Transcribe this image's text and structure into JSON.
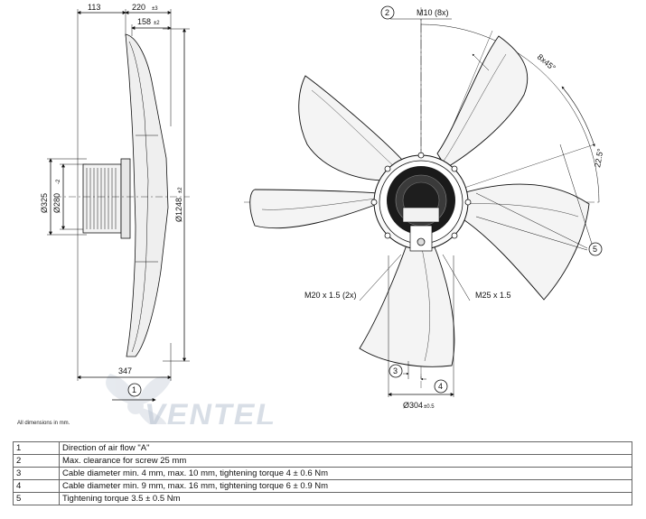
{
  "dims": {
    "d113": "113",
    "d220": "220",
    "d220_tol": "±3",
    "d158": "158",
    "d158_tol": "±2",
    "d325": "Ø325",
    "d280": "Ø280",
    "d280_tol": "-2",
    "d1248": "Ø1248",
    "d1248_tol": "±2",
    "d347": "347",
    "m10": "M10 (8x)",
    "angle_8x45": "8x45°",
    "angle_225": "22.5°",
    "m20": "M20 x 1.5 (2x)",
    "m25": "M25 x 1.5",
    "d304": "Ø304",
    "d304_tol": "±0.5"
  },
  "markers": {
    "m1": "1",
    "m2": "2",
    "m3": "3",
    "m4": "4",
    "m5": "5"
  },
  "watermark": "VENTEL",
  "note": "All dimensions in mm.",
  "legend": [
    {
      "num": "1",
      "text": "Direction of air flow \"A\""
    },
    {
      "num": "2",
      "text": "Max. clearance for screw 25 mm"
    },
    {
      "num": "3",
      "text": "Cable diameter min. 4 mm, max. 10 mm, tightening torque 4 ± 0.6 Nm"
    },
    {
      "num": "4",
      "text": "Cable diameter min. 9 mm, max. 16 mm, tightening torque 6 ± 0.9 Nm"
    },
    {
      "num": "5",
      "text": "Tightening torque 3.5 ± 0.5 Nm"
    }
  ]
}
